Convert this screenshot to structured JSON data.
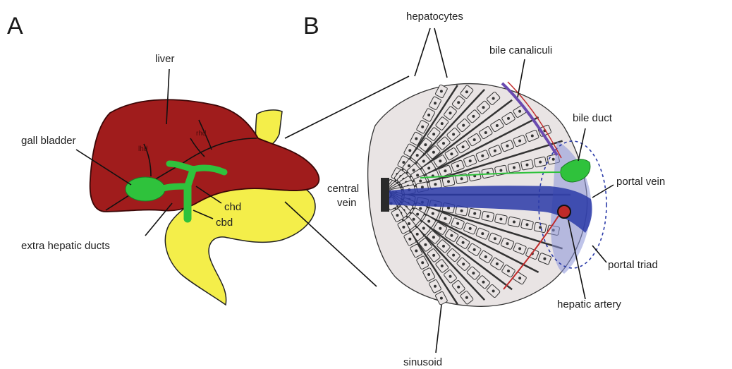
{
  "panels": {
    "a": {
      "letter": "A"
    },
    "b": {
      "letter": "B"
    }
  },
  "labels_a": {
    "liver": "liver",
    "gall_bladder": "gall bladder",
    "extra_hepatic_ducts": "extra hepatic ducts",
    "chd": "chd",
    "cbd": "cbd",
    "lhd": "lhd",
    "rhd": "rhd"
  },
  "labels_b": {
    "hepatocytes": "hepatocytes",
    "bile_canaliculi": "bile canaliculi",
    "bile_duct": "bile duct",
    "central_vein_line1": "central",
    "central_vein_line2": "vein",
    "portal_vein": "portal vein",
    "portal_triad": "portal triad",
    "hepatic_artery": "hepatic artery",
    "sinusoid": "sinusoid"
  },
  "colors": {
    "liver": "#a01c1c",
    "liver_edge": "#5a0c0c",
    "intestine": "#f4ee4a",
    "bile_ducts": "#2fc23c",
    "portal_vein": "#2a3aa8",
    "hepatocyte_fill": "#e9e4e4",
    "sinusoid_line": "#333333"
  }
}
